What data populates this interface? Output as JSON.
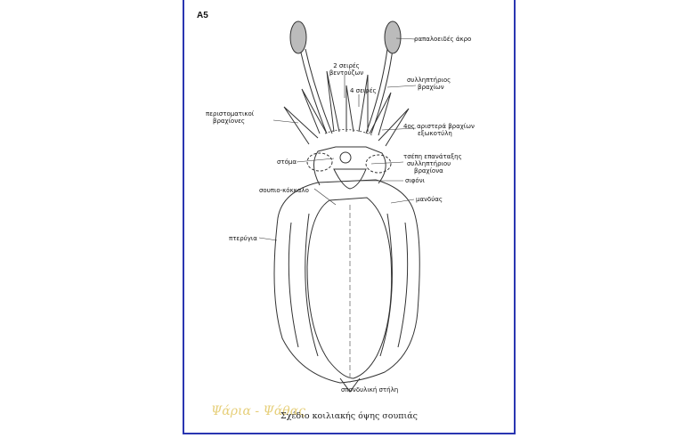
{
  "corner_label": "A5",
  "caption": "Σχέδιο κοιλιακής όψης σουπιάς",
  "watermark": "Ψάρια - Ψάθας",
  "colors": {
    "frame": "#2a36b1",
    "watermark": "#e6cf7a",
    "ink": "#222222"
  },
  "labels": {
    "club_tip": "ραπαλοειδές άκρο",
    "two_rows_1": "2 σειρές",
    "two_rows_2": "βεντούζων",
    "four_rows": "4 σειρές",
    "tentacle_1": "συλληπτήριος",
    "tentacle_2": "βραχίων",
    "peristomal_1": "περιστοματικοί",
    "peristomal_2": "βραχίονες",
    "hectocotylus_1": "4ος αριστερά βραχίων",
    "hectocotylus_2": "εξωκοτύλη",
    "mouth": "στόμα",
    "pocket_1": "τσέπη επανάταξης",
    "pocket_2": "συλληπτήριου",
    "pocket_3": "βραχίονα",
    "siphon": "σιφόνι",
    "cuttlebone": "σουπιο-κόκκαλο",
    "mantle": "μανδύας",
    "fins": "πτερύγια",
    "spinal": "σπονδυλική στήλη"
  }
}
